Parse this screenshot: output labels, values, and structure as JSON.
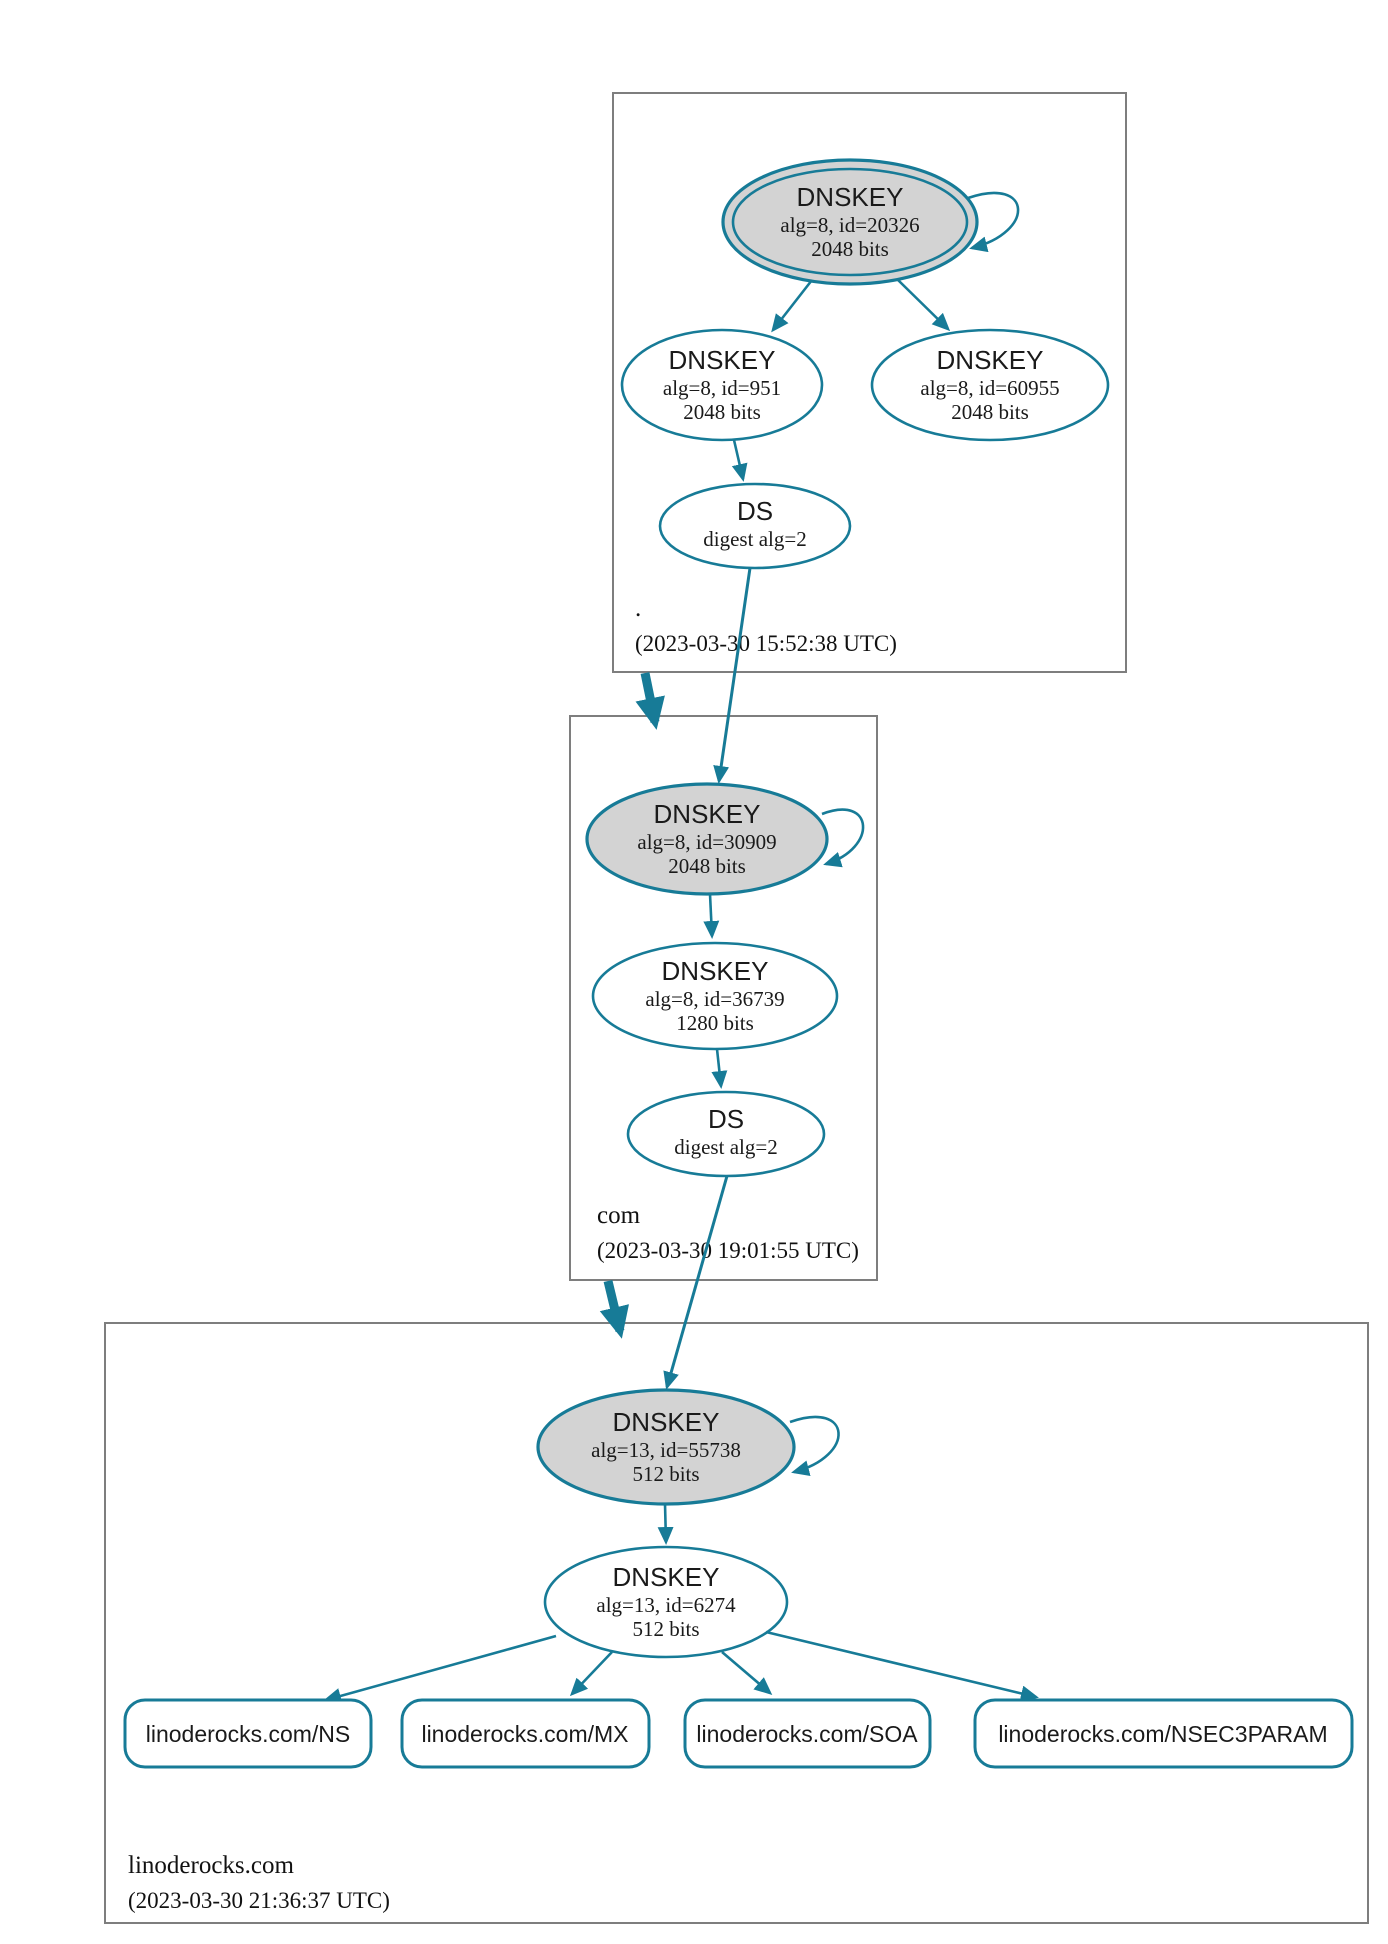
{
  "diagram": {
    "kind": "dnssec-authentication-chain",
    "colors": {
      "edge_teal": "#177b97",
      "ksk_fill_gray": "#d3d3d3",
      "zone_border_gray": "#7e7e7e",
      "text": "#1a1a1a",
      "background": "#ffffff"
    },
    "zones": [
      {
        "name": ".",
        "timestamp": "(2023-03-30 15:52:38 UTC)",
        "nodes": {
          "ksk": {
            "title": "DNSKEY",
            "alg": "alg=8, id=20326",
            "bits": "2048 bits"
          },
          "zsk_left": {
            "title": "DNSKEY",
            "alg": "alg=8, id=951",
            "bits": "2048 bits"
          },
          "zsk_right": {
            "title": "DNSKEY",
            "alg": "alg=8, id=60955",
            "bits": "2048 bits"
          },
          "ds": {
            "title": "DS",
            "digest": "digest alg=2"
          }
        }
      },
      {
        "name": "com",
        "timestamp": "(2023-03-30 19:01:55 UTC)",
        "nodes": {
          "ksk": {
            "title": "DNSKEY",
            "alg": "alg=8, id=30909",
            "bits": "2048 bits"
          },
          "zsk": {
            "title": "DNSKEY",
            "alg": "alg=8, id=36739",
            "bits": "1280 bits"
          },
          "ds": {
            "title": "DS",
            "digest": "digest alg=2"
          }
        }
      },
      {
        "name": "linoderocks.com",
        "timestamp": "(2023-03-30 21:36:37 UTC)",
        "nodes": {
          "ksk": {
            "title": "DNSKEY",
            "alg": "alg=13, id=55738",
            "bits": "512 bits"
          },
          "zsk": {
            "title": "DNSKEY",
            "alg": "alg=13, id=6274",
            "bits": "512 bits"
          }
        },
        "rrsets": [
          {
            "label": "linoderocks.com/NS"
          },
          {
            "label": "linoderocks.com/MX"
          },
          {
            "label": "linoderocks.com/SOA"
          },
          {
            "label": "linoderocks.com/NSEC3PARAM"
          }
        ]
      }
    ]
  }
}
